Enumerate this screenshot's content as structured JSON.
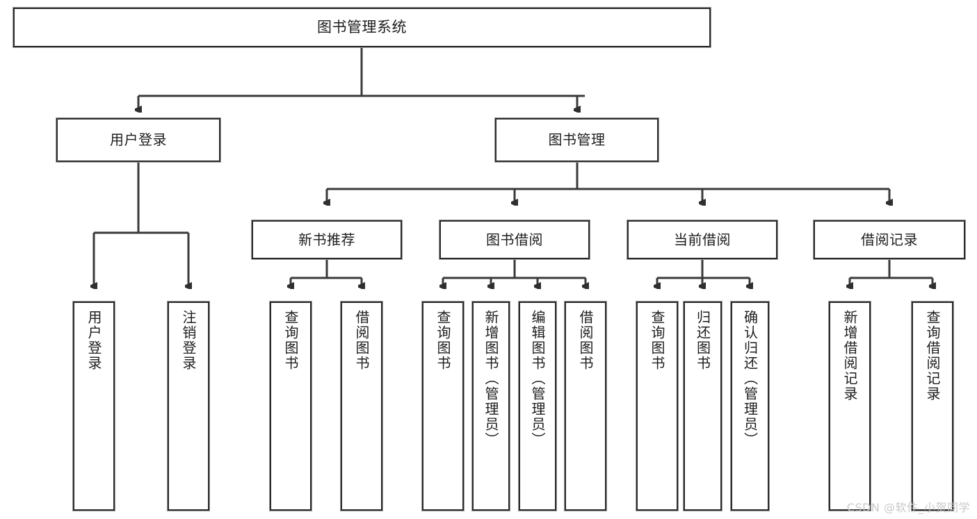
{
  "diagram": {
    "type": "tree",
    "title": "图书管理系统",
    "orientation": "top-down",
    "colors": {
      "box_border": "#2b2b2b",
      "box_fill": "#ffffff",
      "edge": "#3a3a3a",
      "text": "#1d1d1d",
      "watermark": "#c9c9c9"
    },
    "nodes": {
      "root": {
        "label": "图书管理系统"
      },
      "level2": [
        {
          "id": "user-login",
          "label": "用户登录"
        },
        {
          "id": "book-management",
          "label": "图书管理"
        }
      ],
      "level3": [
        {
          "id": "new-book-recommend",
          "label": "新书推荐"
        },
        {
          "id": "book-borrow",
          "label": "图书借阅"
        },
        {
          "id": "current-borrow",
          "label": "当前借阅"
        },
        {
          "id": "borrow-record",
          "label": "借阅记录"
        }
      ],
      "leaves": {
        "user-login": [
          {
            "id": "leaf-user-login",
            "label": "用户登录"
          },
          {
            "id": "leaf-logout",
            "label": "注销登录"
          }
        ],
        "new-book-recommend": [
          {
            "id": "leaf-query-book-1",
            "label": "查询图书"
          },
          {
            "id": "leaf-borrow-book-1",
            "label": "借阅图书"
          }
        ],
        "book-borrow": [
          {
            "id": "leaf-query-book-2",
            "label": "查询图书"
          },
          {
            "id": "leaf-add-book",
            "label": "新增图书（管理员）"
          },
          {
            "id": "leaf-edit-book",
            "label": "编辑图书（管理员）"
          },
          {
            "id": "leaf-borrow-book-2",
            "label": "借阅图书"
          }
        ],
        "current-borrow": [
          {
            "id": "leaf-query-book-3",
            "label": "查询图书"
          },
          {
            "id": "leaf-return-book",
            "label": "归还图书"
          },
          {
            "id": "leaf-confirm-return",
            "label": "确认归还（管理员）"
          }
        ],
        "borrow-record": [
          {
            "id": "leaf-add-record",
            "label": "新增借阅记录"
          },
          {
            "id": "leaf-query-record",
            "label": "查询借阅记录"
          }
        ]
      }
    }
  },
  "watermark": {
    "text": "CSDN @软件_小贺同学"
  }
}
